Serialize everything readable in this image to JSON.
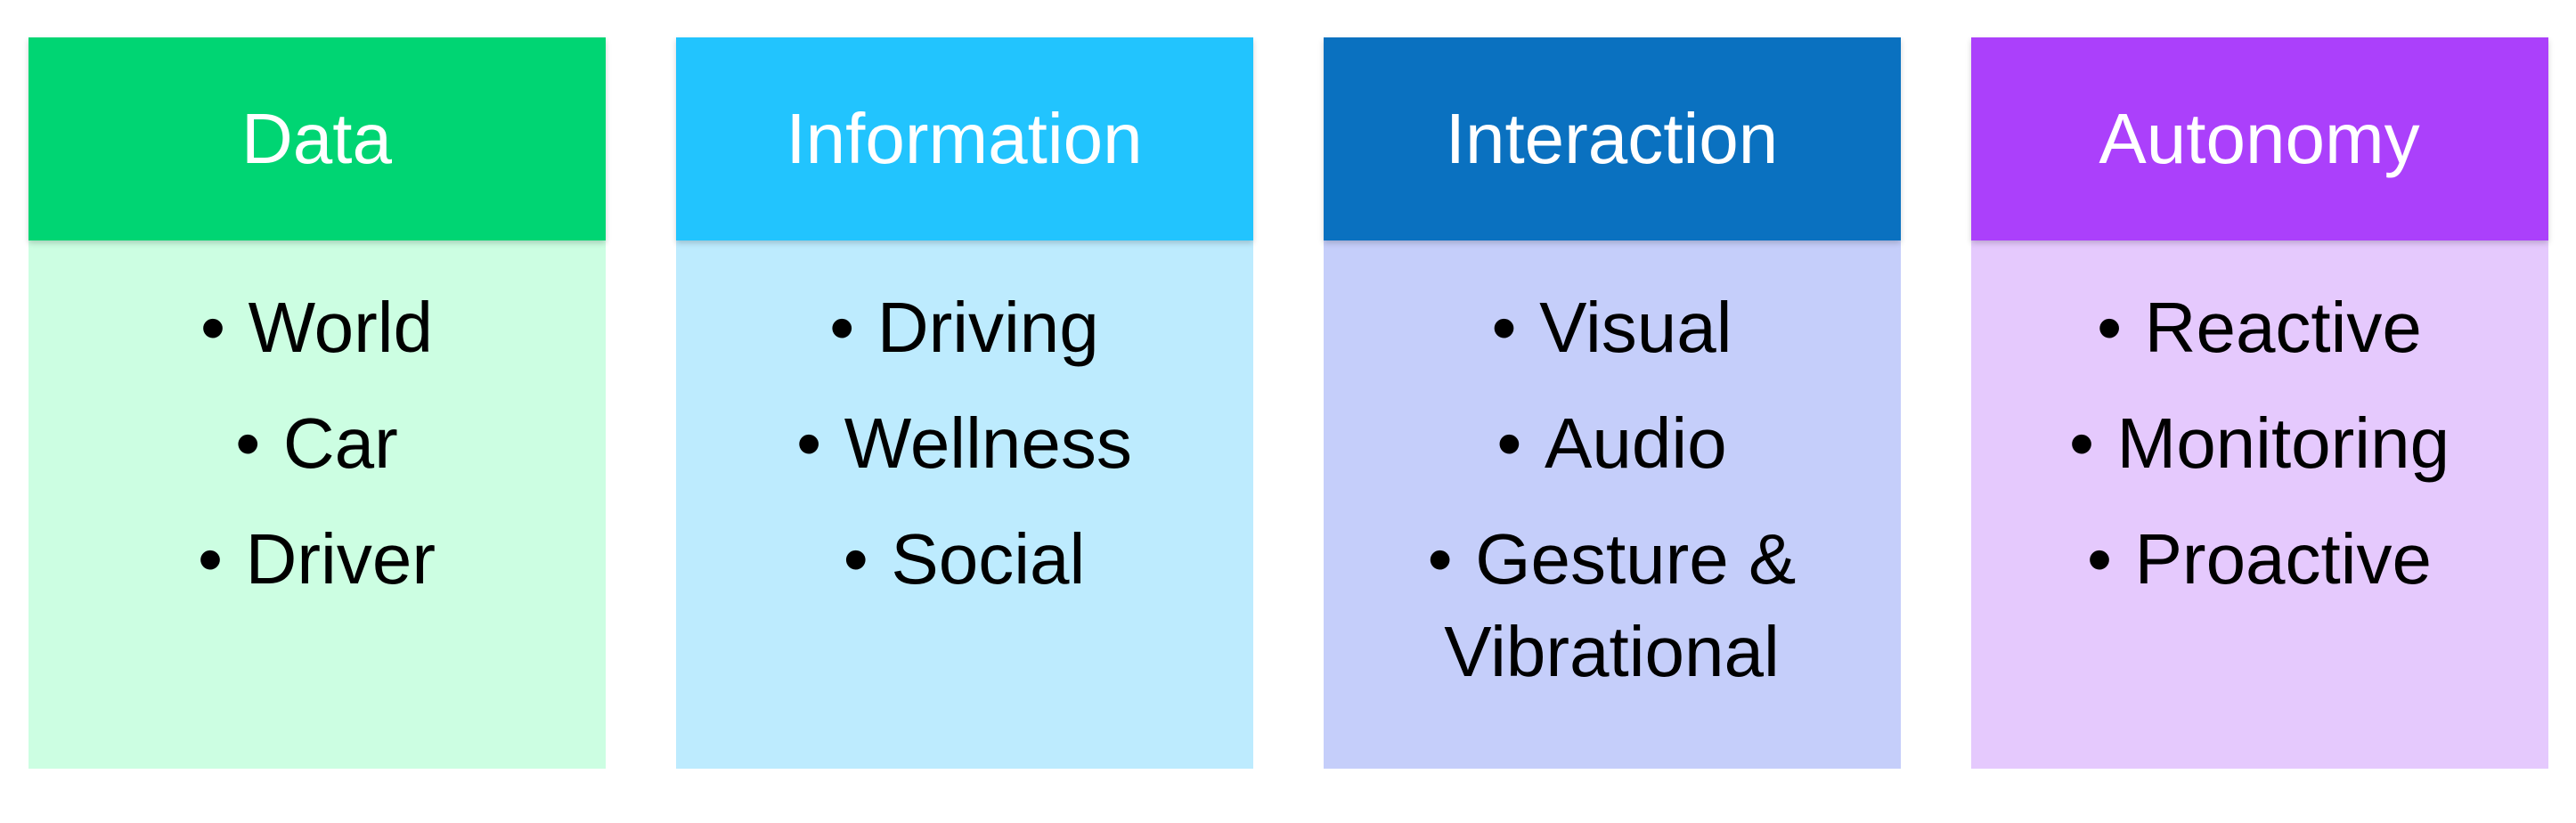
{
  "bullet_char": "•",
  "page_background": "#FFFFFF",
  "text_color": "#000000",
  "title_text_color": "#FFFFFF",
  "cards": [
    {
      "title": "Data",
      "header_color": "#00D573",
      "body_color": "#CCFEE2",
      "items": [
        "World",
        "Car",
        "Driver"
      ]
    },
    {
      "title": "Information",
      "header_color": "#22C4FE",
      "body_color": "#BDEBFE",
      "items": [
        "Driving",
        "Wellness",
        "Social"
      ]
    },
    {
      "title": "Interaction",
      "header_color": "#0A71C0",
      "body_color": "#C5CEFA",
      "items": [
        "Visual",
        "Audio",
        "Gesture & Vibrational"
      ]
    },
    {
      "title": "Autonomy",
      "header_color": "#AB40FB",
      "body_color": "#E5C9FD",
      "items": [
        "Reactive",
        "Monitoring",
        "Proactive"
      ]
    }
  ]
}
